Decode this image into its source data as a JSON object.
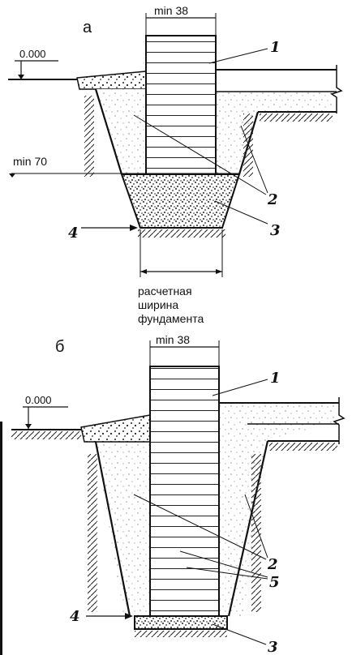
{
  "figure_a": {
    "panel_label": "а",
    "width_label": "min 38",
    "level_label": "0.000",
    "depth_label": "min 70",
    "callouts": [
      "1",
      "2",
      "3",
      "4"
    ],
    "width_note_lines": [
      "расчетная",
      "ширина",
      "фундамента"
    ]
  },
  "figure_b": {
    "panel_label": "б",
    "width_label": "min 38",
    "level_label": "0.000",
    "callouts": [
      "1",
      "2",
      "5",
      "4",
      "3"
    ]
  }
}
